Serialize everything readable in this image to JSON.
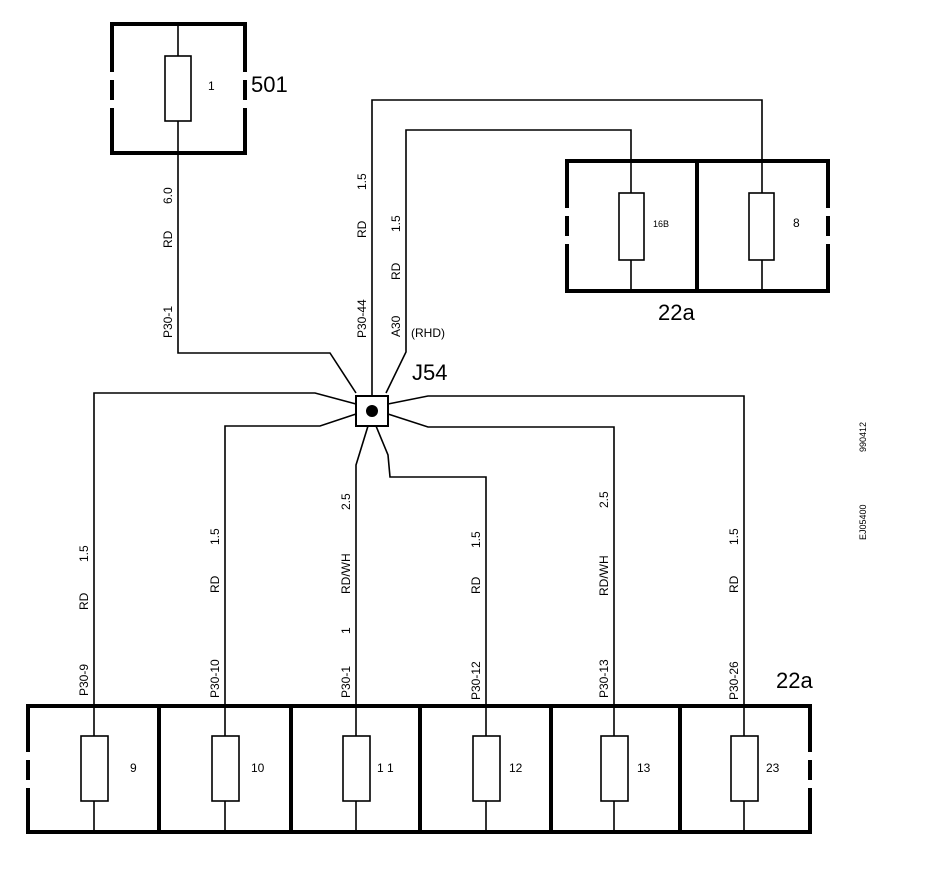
{
  "labels": {
    "fuse_box_top": "501",
    "fuse_box_right": "22a",
    "fuse_box_bottom": "22a",
    "junction": "J54",
    "rhd": "(RHD)",
    "ref_code": "EJ05400",
    "ref_date": "990412"
  },
  "fuses": {
    "f501_1": "1",
    "f22a_16b": "16B",
    "f22a_8": "8",
    "bottom": [
      "9",
      "10",
      "1 1",
      "12",
      "13",
      "23"
    ]
  },
  "wires": {
    "p30_1_top": {
      "pin": "P30-1",
      "color": "RD",
      "size": "6.0"
    },
    "p30_44": {
      "pin": "P30-44",
      "color": "RD",
      "size": "1.5"
    },
    "a30": {
      "pin": "A30",
      "color": "RD",
      "size": "1.5"
    },
    "bottom": [
      {
        "pin": "P30-9",
        "color": "RD",
        "size": "1.5"
      },
      {
        "pin": "P30-10",
        "color": "RD",
        "size": "1.5"
      },
      {
        "pin": "P30-1",
        "color": "RD/WH",
        "size": "2.5",
        "extra": "1"
      },
      {
        "pin": "P30-12",
        "color": "RD",
        "size": "1.5"
      },
      {
        "pin": "P30-13",
        "color": "RD/WH",
        "size": "2.5"
      },
      {
        "pin": "P30-26",
        "color": "RD",
        "size": "1.5"
      }
    ]
  }
}
